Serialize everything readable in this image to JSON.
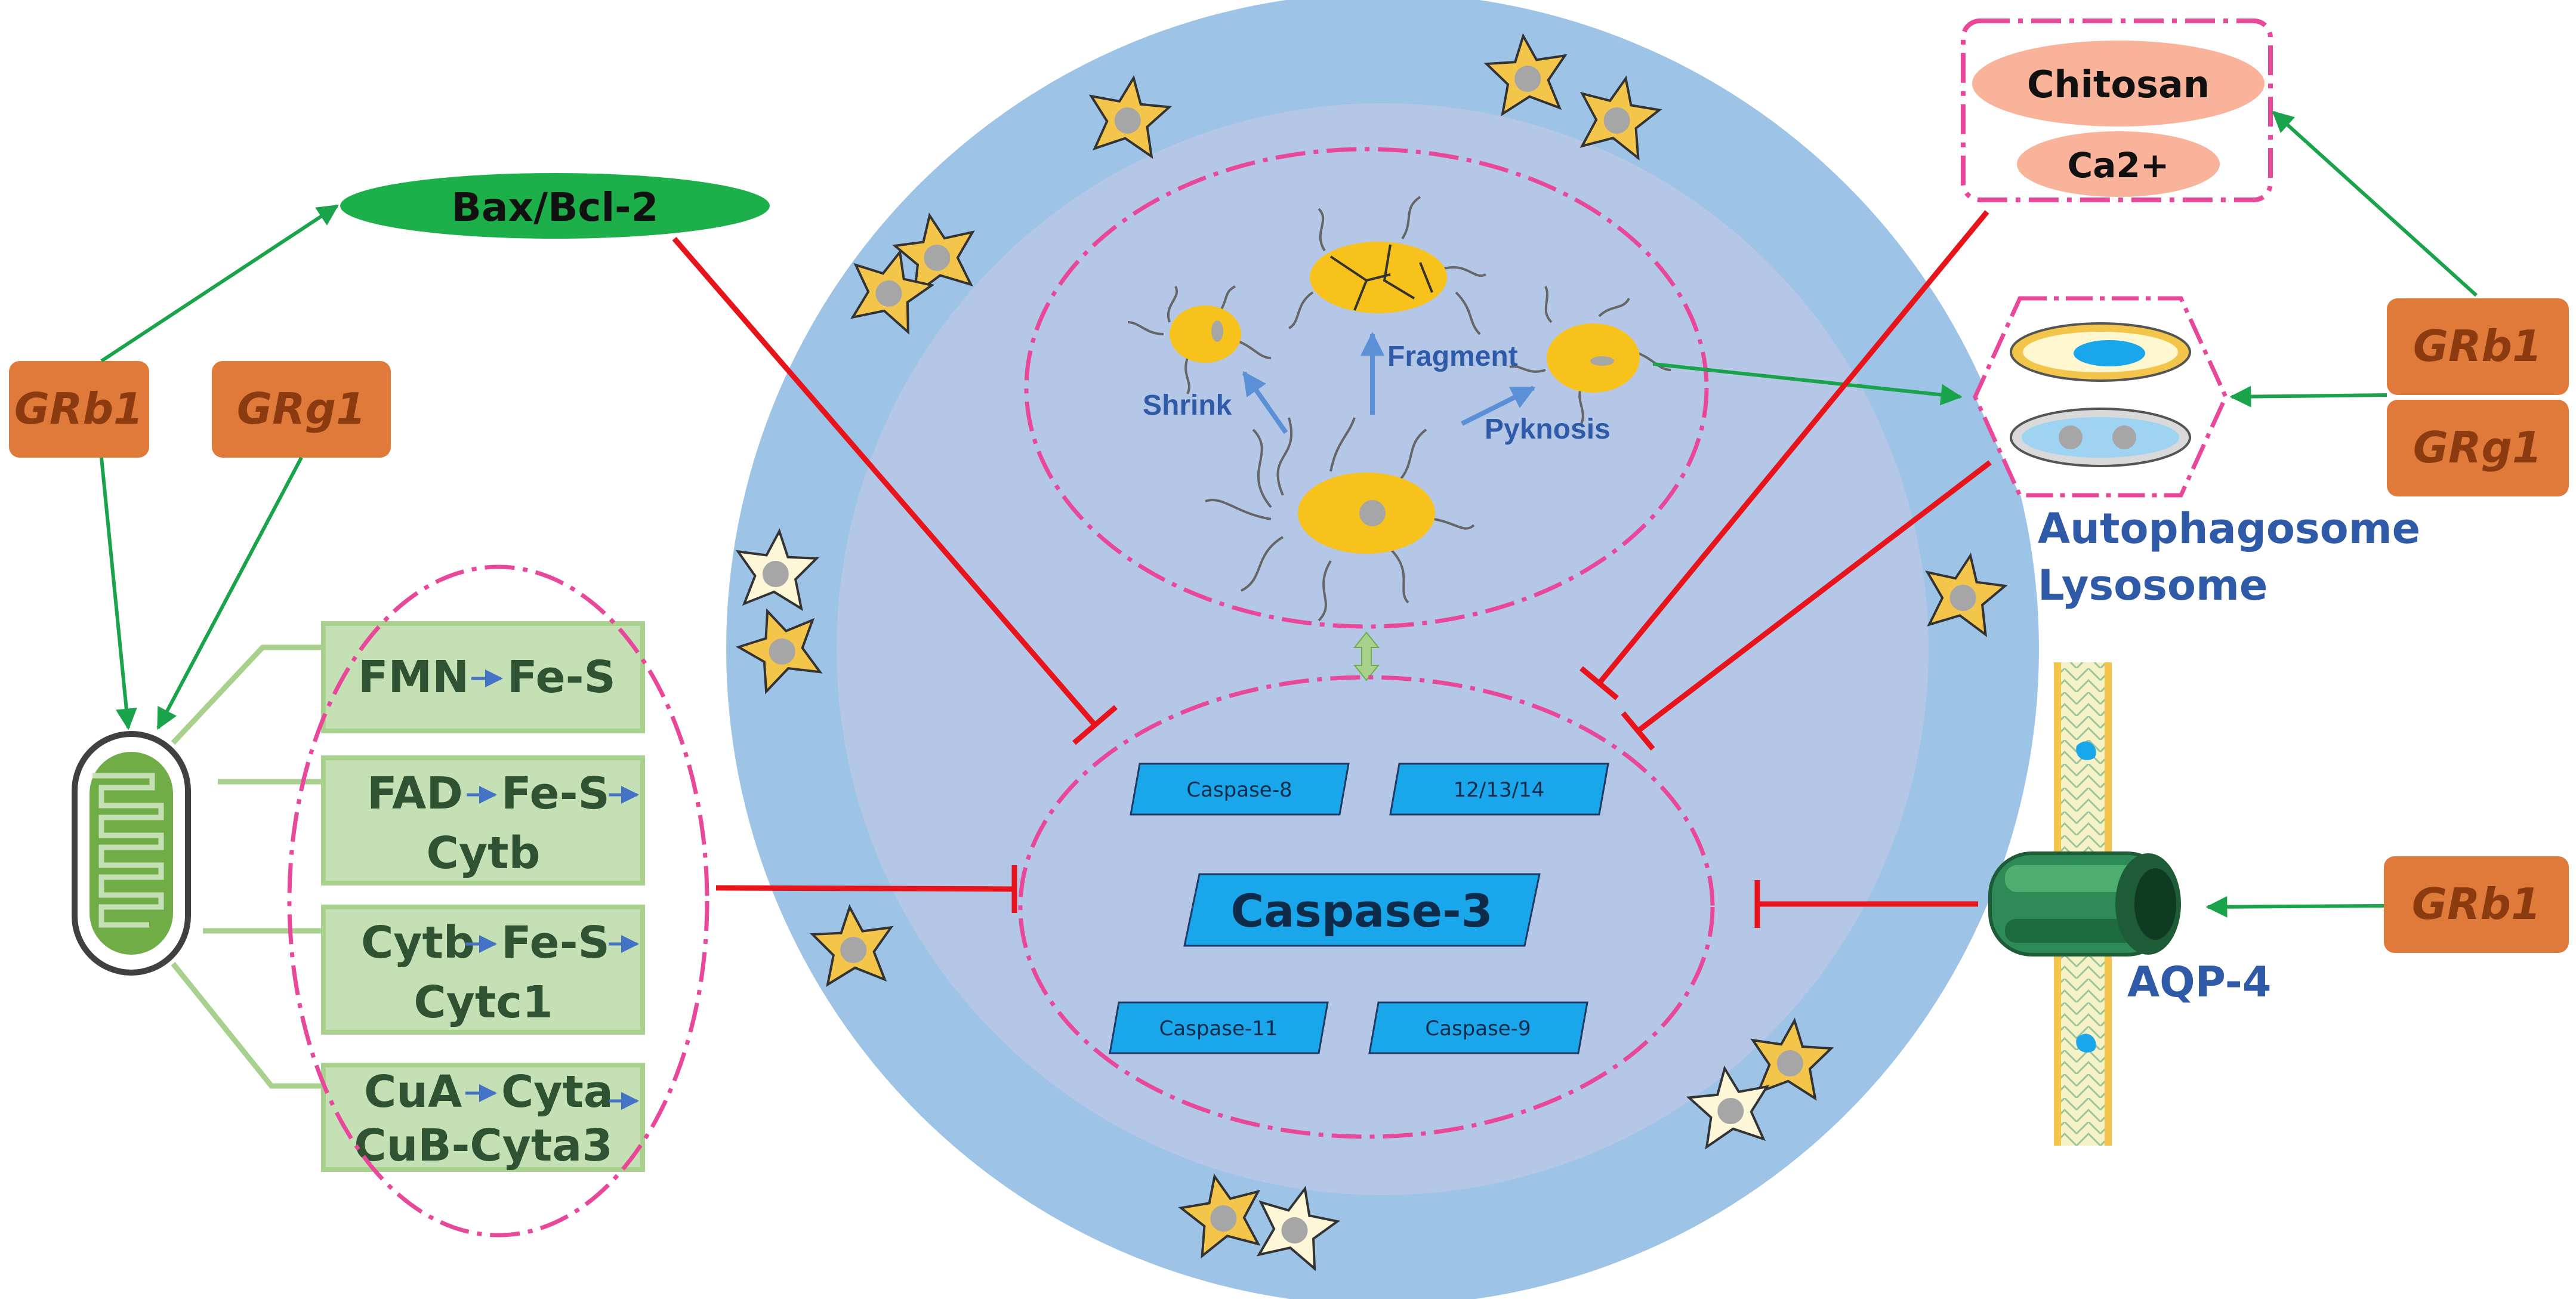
{
  "left_modulators": {
    "grb1": "GRb1",
    "grg1": "GRg1"
  },
  "bax_bcl2": "Bax/Bcl-2",
  "electron_chain": {
    "row1": {
      "a": "FMN",
      "b": "Fe-S"
    },
    "row2": {
      "a": "FAD",
      "b": "Fe-S",
      "c": "Cytb"
    },
    "row3": {
      "a": "Cytb",
      "b": "Fe-S",
      "c": "Cytc1"
    },
    "row4": {
      "a": "CuA",
      "b": "Cyta",
      "c": "CuB-Cyta3"
    }
  },
  "nucleus_states": {
    "shrink": "Shrink",
    "fragment": "Fragment",
    "pyknosis": "Pyknosis"
  },
  "caspases": {
    "c8": "Caspase-8",
    "c121314": "12/13/14",
    "c3": "Caspase-3",
    "c11": "Caspase-11",
    "c9": "Caspase-9"
  },
  "chitosan_box": {
    "chitosan": "Chitosan",
    "ca": "Ca2+"
  },
  "right_modulators": {
    "grb1_top": "GRb1",
    "grg1": "GRg1",
    "grb1_bottom": "GRb1"
  },
  "autophagy_labels": {
    "autophagosome": "Autophagosome",
    "lysosome": "Lysosome"
  },
  "aqp4": "AQP-4",
  "colors": {
    "cell_outer": "#9dc3e6",
    "cell_inner": "#b4c7e7",
    "orange_box": "#e07a3a",
    "green_arrow": "#19a34a",
    "red_inhibit": "#e8141b",
    "pink_dashed": "#e8479a",
    "caspase_fill": "#19a6ea",
    "chain_box": "#c5e0b4"
  }
}
